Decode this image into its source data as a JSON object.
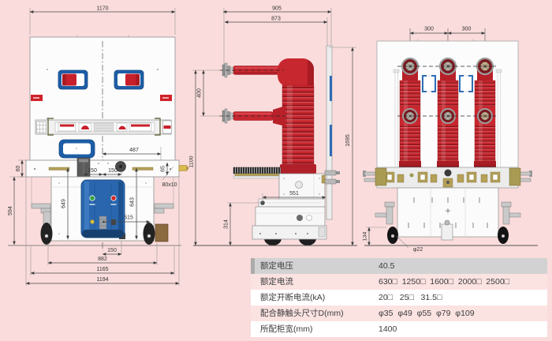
{
  "colors": {
    "page_bg": "#fadcdc",
    "drawing_fill": "#fcfcfc",
    "outline": "#9a9a9a",
    "pole_red": "#c7272f",
    "pole_dark_red": "#8f151c",
    "accent_blue": "#2e6cb5",
    "window_blue": "#1d5da6",
    "khaki": "#b5a057",
    "table_row_gray": "#d2d2d2",
    "table_row_pink": "#fbe3e2",
    "table_text": "#3d3d3d"
  },
  "front_view": {
    "dims": {
      "w1170": "1170",
      "d487": "487",
      "d150a": "150",
      "d150b": "150",
      "d60": "60",
      "d65": "65",
      "d80x10": "80x10",
      "d594": "594",
      "d649": "649",
      "d643": "643",
      "d515": "515",
      "d150c": "150",
      "d882": "882",
      "d1165": "1165",
      "d1194": "1194"
    }
  },
  "side_view": {
    "dims": {
      "d905": "905",
      "d873": "873",
      "d400": "400",
      "d1695": "1695",
      "d1100": "1100",
      "d551": "551",
      "d314": "314"
    }
  },
  "rear_view": {
    "dims": {
      "d300a": "300",
      "d300b": "300",
      "d134": "134",
      "d22": "φ22"
    }
  },
  "spec_table": {
    "rows": [
      {
        "label": "额定电压",
        "value": "40.5"
      },
      {
        "label": "额定电流",
        "value": "630□  1250□  1600□  2000□  2500□"
      },
      {
        "label": "额定开断电流(kA)",
        "value": "20□   25□   31.5□"
      },
      {
        "label": "配合静触头尺寸D(mm)",
        "value": "φ35  φ49  φ55  φ79  φ109"
      },
      {
        "label": "所配柜宽(mm)",
        "value": "1400"
      }
    ]
  }
}
